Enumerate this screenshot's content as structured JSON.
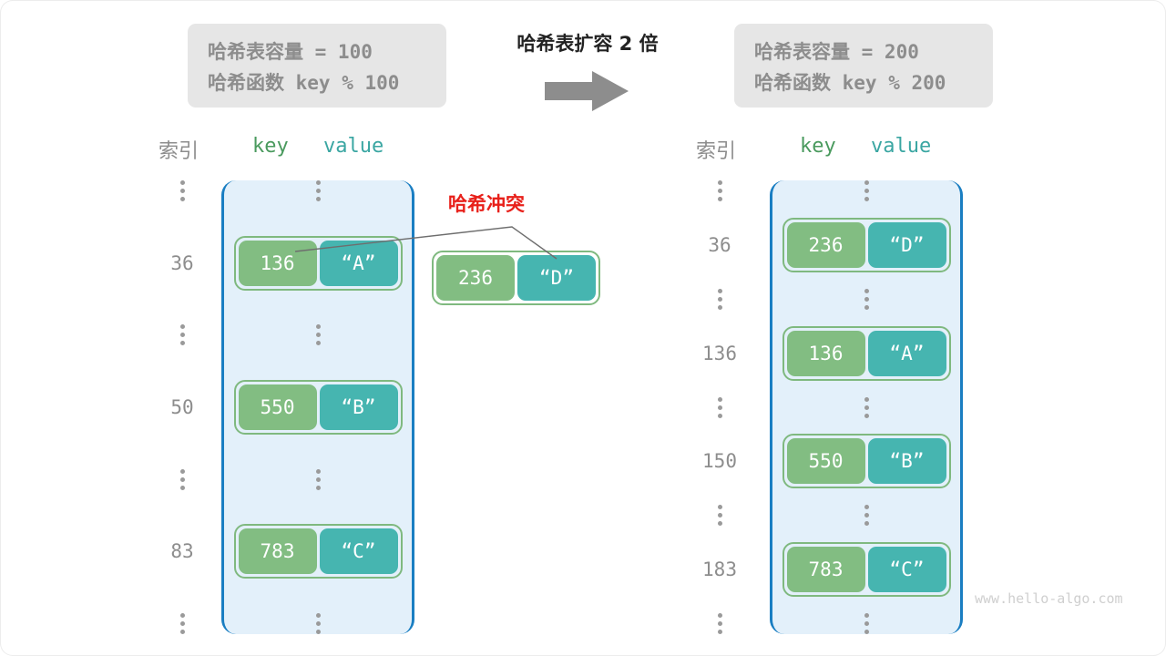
{
  "diagram": {
    "title_caption": "哈希表扩容 2 倍",
    "watermark": "www.hello-algo.com",
    "collision_label": "哈希冲突",
    "colors": {
      "key_cell": "#82bd82",
      "value_cell": "#46b5b0",
      "pair_border": "#7fb97f",
      "bucket_fill": "#e3f0fa",
      "bucket_border": "#1a7ec2",
      "info_box_bg": "#e6e6e6",
      "info_text": "#8d8d8d",
      "collision_red": "#e8201a",
      "arrow_gray": "#8d8d8d"
    }
  },
  "left_panel": {
    "info": {
      "line1_label": "哈希表容量",
      "line1_value": " = 100",
      "line2_label": "哈希函数",
      "line2_value": " key % 100"
    },
    "headers": {
      "index": "索引",
      "key": "key",
      "value": "value"
    },
    "indices": [
      "⋮",
      "36",
      "⋮",
      "50",
      "⋮",
      "83",
      "⋮"
    ],
    "slots": [
      {
        "type": "dots"
      },
      {
        "type": "pair",
        "key": "136",
        "value": "“A”"
      },
      {
        "type": "dots"
      },
      {
        "type": "pair",
        "key": "550",
        "value": "“B”"
      },
      {
        "type": "dots"
      },
      {
        "type": "pair",
        "key": "783",
        "value": "“C”"
      },
      {
        "type": "dots"
      }
    ],
    "floating_pair": {
      "key": "236",
      "value": "“D”"
    }
  },
  "right_panel": {
    "info": {
      "line1_label": "哈希表容量",
      "line1_value": " = 200",
      "line2_label": "哈希函数",
      "line2_value": " key % 200"
    },
    "headers": {
      "index": "索引",
      "key": "key",
      "value": "value"
    },
    "indices": [
      "⋮",
      "36",
      "⋮",
      "136",
      "⋮",
      "150",
      "⋮",
      "183",
      "⋮"
    ],
    "slots": [
      {
        "type": "dots"
      },
      {
        "type": "pair",
        "key": "236",
        "value": "“D”"
      },
      {
        "type": "dots"
      },
      {
        "type": "pair",
        "key": "136",
        "value": "“A”"
      },
      {
        "type": "dots"
      },
      {
        "type": "pair",
        "key": "550",
        "value": "“B”"
      },
      {
        "type": "dots"
      },
      {
        "type": "pair",
        "key": "783",
        "value": "“C”"
      },
      {
        "type": "dots"
      }
    ]
  }
}
